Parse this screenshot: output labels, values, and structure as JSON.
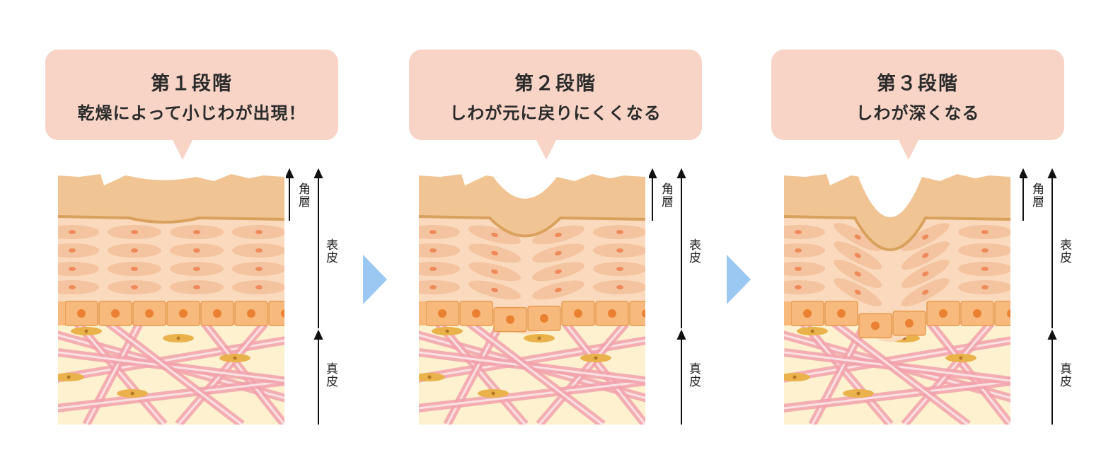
{
  "stages": [
    {
      "title": "第１段階",
      "description": "乾燥によって小じわが出現！",
      "depth": 0.0
    },
    {
      "title": "第２段階",
      "description": "しわが元に戻りにくくなる",
      "depth": 0.5
    },
    {
      "title": "第３段階",
      "description": "しわが深くなる",
      "depth": 1.0
    }
  ],
  "labels": {
    "horny_layer": "角層",
    "epidermis": "表皮",
    "dermis": "真皮"
  },
  "colors": {
    "bubble": "#f7d4c6",
    "horny_layer": "#f1c493",
    "epidermis": "#fbd9bc",
    "basal_cells": "#f7b97c",
    "dermis": "#fdf1cf",
    "fibers": "#f2a3ad",
    "arrow_chevron": "#9bc8f2"
  }
}
